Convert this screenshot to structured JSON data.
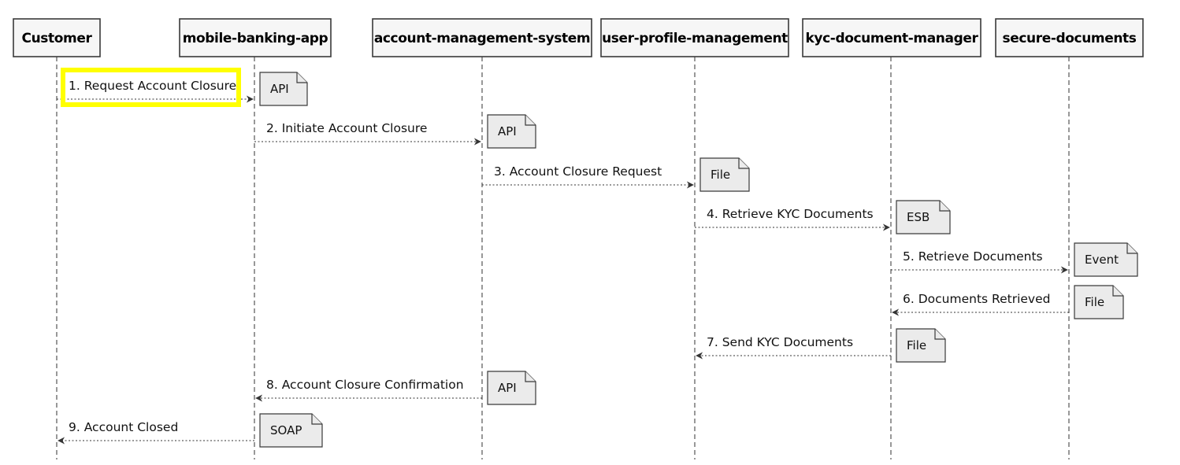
{
  "participants": [
    {
      "id": "customer",
      "label": "Customer"
    },
    {
      "id": "mobile-banking-app",
      "label": "mobile-banking-app"
    },
    {
      "id": "account-management-system",
      "label": "account-management-system"
    },
    {
      "id": "user-profile-management",
      "label": "user-profile-management"
    },
    {
      "id": "kyc-document-manager",
      "label": "kyc-document-manager"
    },
    {
      "id": "secure-documents",
      "label": "secure-documents"
    }
  ],
  "messages": [
    {
      "label": "1. Request Account Closure",
      "from": 0,
      "to": 1,
      "note": "API",
      "highlighted": true
    },
    {
      "label": "2. Initiate Account Closure",
      "from": 1,
      "to": 2,
      "note": "API"
    },
    {
      "label": "3. Account Closure Request",
      "from": 2,
      "to": 3,
      "note": "File"
    },
    {
      "label": "4. Retrieve KYC Documents",
      "from": 3,
      "to": 4,
      "note": "ESB"
    },
    {
      "label": "5. Retrieve Documents",
      "from": 4,
      "to": 5,
      "note": "Event"
    },
    {
      "label": "6. Documents Retrieved",
      "from": 5,
      "to": 4,
      "note": "File"
    },
    {
      "label": "7. Send KYC Documents",
      "from": 4,
      "to": 3,
      "note": "File"
    },
    {
      "label": "8. Account Closure Confirmation",
      "from": 2,
      "to": 1,
      "note": "API"
    },
    {
      "label": "9. Account Closed",
      "from": 1,
      "to": 0,
      "note": "SOAP"
    }
  ],
  "colors": {
    "highlight": "#ffff00",
    "note_fill": "#ebebeb",
    "participant_fill": "#f6f6f6"
  }
}
